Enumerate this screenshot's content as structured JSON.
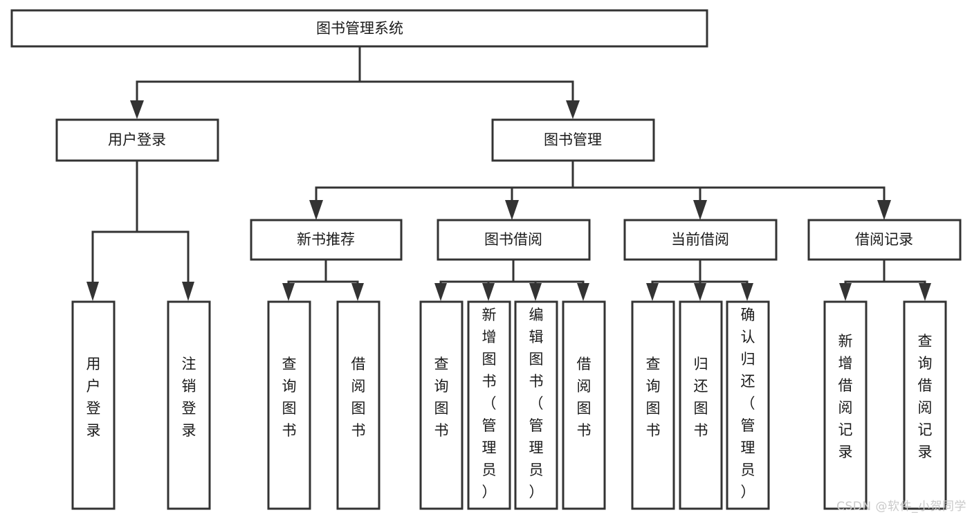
{
  "diagram": {
    "type": "tree-hierarchy",
    "title": "图书管理系统",
    "watermark": "CSDN @软件_小贺同学",
    "colors": {
      "box_fill": "#ffffff",
      "box_stroke": "#333333",
      "text": "#1a1a1a",
      "watermark": "#c9c9c9",
      "background": "#ffffff"
    },
    "root": {
      "label": "图书管理系统"
    },
    "level2": [
      {
        "label": "用户登录"
      },
      {
        "label": "图书管理"
      }
    ],
    "level3": [
      {
        "label": "新书推荐"
      },
      {
        "label": "图书借阅"
      },
      {
        "label": "当前借阅"
      },
      {
        "label": "借阅记录"
      }
    ],
    "leaves": {
      "user_login": [
        {
          "label": "用户登录"
        },
        {
          "label": "注销登录"
        }
      ],
      "new_book_recommend": [
        {
          "label": "查询图书"
        },
        {
          "label": "借阅图书"
        }
      ],
      "book_borrow": [
        {
          "label": "查询图书"
        },
        {
          "label": "新增图书（管理员）"
        },
        {
          "label": "编辑图书（管理员）"
        },
        {
          "label": "借阅图书"
        }
      ],
      "current_borrow": [
        {
          "label": "查询图书"
        },
        {
          "label": "归还图书"
        },
        {
          "label": "确认归还（管理员）"
        }
      ],
      "borrow_record": [
        {
          "label": "新增借阅记录"
        },
        {
          "label": "查询借阅记录"
        }
      ]
    }
  }
}
